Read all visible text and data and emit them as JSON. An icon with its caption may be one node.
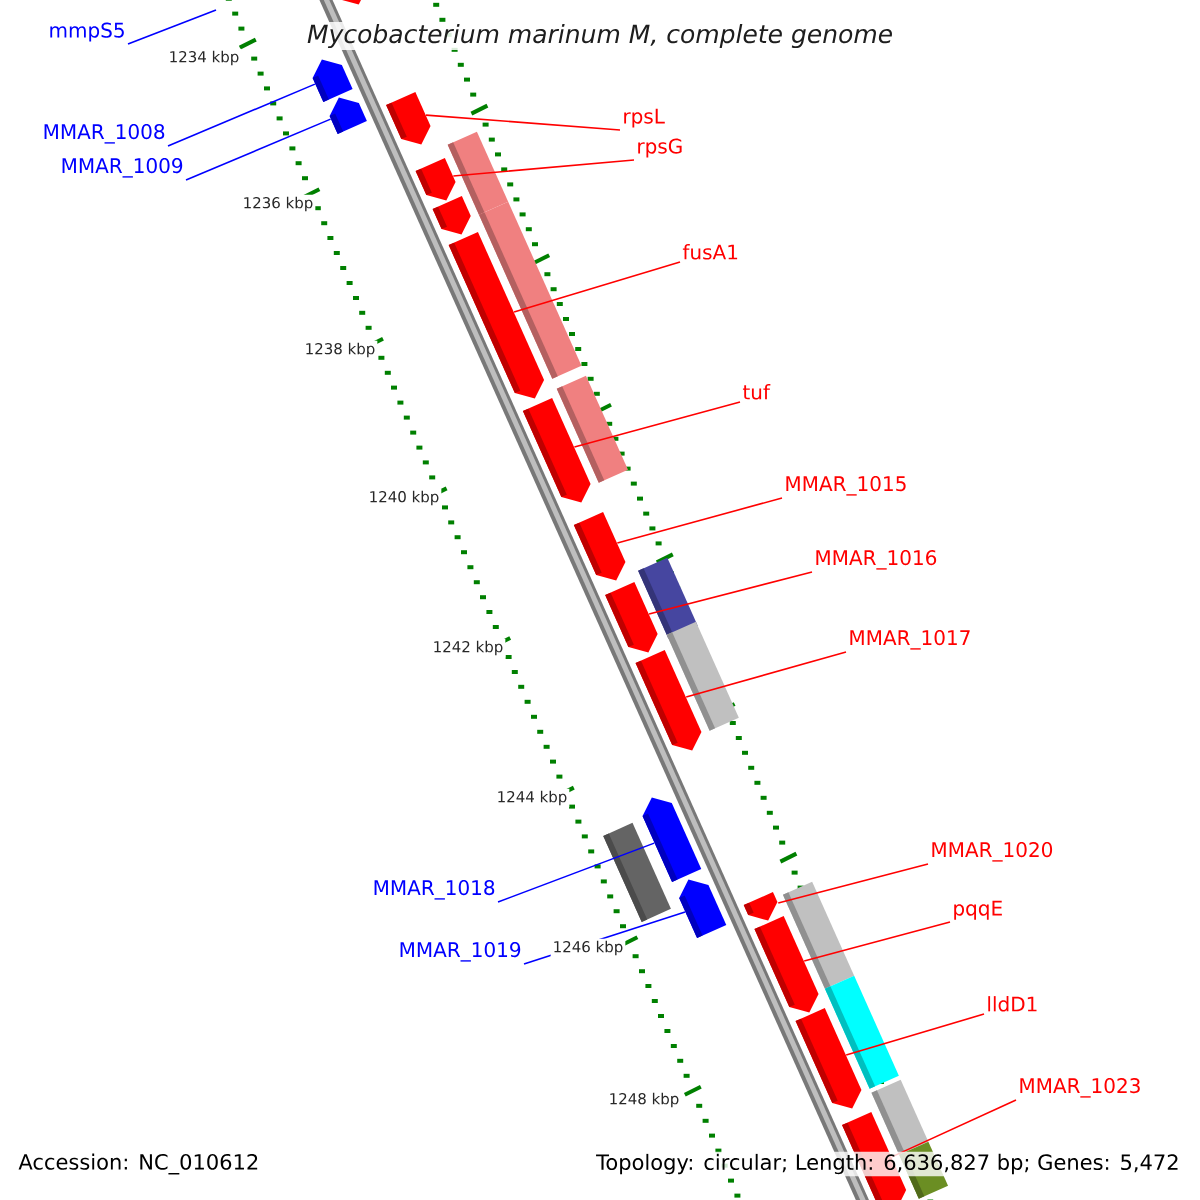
{
  "diagram": {
    "title": "Mycobacterium marinum M, complete genome",
    "nodes": [
      {
        "text": [
          "mmpS5"
        ]
      },
      {
        "text": [
          "MMAR_1008"
        ]
      },
      {
        "text": [
          "MMAR_1009"
        ]
      },
      {
        "text": [
          "rpsL"
        ]
      },
      {
        "text": [
          "rpsG"
        ]
      },
      {
        "text": [
          "fusA1"
        ]
      },
      {
        "text": [
          "tuf"
        ]
      },
      {
        "text": [
          "MMAR_1015"
        ]
      },
      {
        "text": [
          "MMAR_1016"
        ]
      },
      {
        "text": [
          "MMAR_1017"
        ]
      },
      {
        "text": [
          "MMAR_1018"
        ]
      },
      {
        "text": [
          "MMAR_1019"
        ]
      },
      {
        "text": [
          "MMAR_1020"
        ]
      },
      {
        "text": [
          "pqqE"
        ]
      },
      {
        "text": [
          "lldD1"
        ]
      },
      {
        "text": [
          "MMAR_1023"
        ]
      },
      {
        "text": [],
        "shape": "block"
      },
      {
        "text": [],
        "shape": "block"
      },
      {
        "text": [],
        "shape": "block"
      },
      {
        "text": [],
        "shape": "block"
      },
      {
        "text": [],
        "shape": "bar"
      },
      {
        "text": [],
        "shape": "block"
      },
      {
        "text": [],
        "shape": "block"
      },
      {
        "text": [],
        "shape": "bar"
      },
      {
        "text": [],
        "shape": "block"
      },
      {
        "text": [],
        "shape": "bar"
      },
      {
        "text": [],
        "shape": "block"
      },
      {
        "text": [],
        "shape": "block"
      },
      {
        "text": [],
        "shape": "bar"
      },
      {
        "text": [],
        "shape": "block"
      },
      {
        "text": [],
        "shape": "bar"
      },
      {
        "text": [],
        "shape": "block"
      },
      {
        "text": [],
        "shape": "block"
      },
      {
        "text": [],
        "shape": "bar"
      },
      {
        "text": [],
        "shape": "block"
      },
      {
        "text": [],
        "shape": "block"
      },
      {
        "text": [],
        "shape": "bar"
      },
      {
        "text": [],
        "shape": "block"
      },
      {
        "text": [],
        "shape": "bar"
      },
      {
        "text": [],
        "shape": "block"
      },
      {
        "text": [],
        "shape": "bar"
      },
      {
        "text": [],
        "shape": "block"
      },
      {
        "text": [],
        "shape": "bar"
      }
    ],
    "edges": [
      {
        "from": 0,
        "to": null,
        "arrow": "none",
        "color": "#0000ff"
      },
      {
        "from": 1,
        "to": 17,
        "arrow": "none",
        "color": "#0000ff"
      },
      {
        "from": 2,
        "to": 18,
        "arrow": "none",
        "color": "#0000ff"
      },
      {
        "from": 3,
        "to": 19,
        "arrow": "none"
      },
      {
        "from": 4,
        "to": 21,
        "arrow": "none"
      },
      {
        "from": 5,
        "to": 24,
        "arrow": "none"
      },
      {
        "from": 6,
        "to": 26,
        "arrow": "none"
      },
      {
        "from": 7,
        "to": 27,
        "arrow": "none"
      },
      {
        "from": 8,
        "to": 29,
        "arrow": "none"
      },
      {
        "from": 9,
        "to": 31,
        "arrow": "none"
      },
      {
        "from": 10,
        "to": 32,
        "arrow": "none",
        "color": "#0000ff"
      },
      {
        "from": 11,
        "to": 34,
        "arrow": "none",
        "color": "#0000ff"
      },
      {
        "from": 12,
        "to": 35,
        "arrow": "none"
      },
      {
        "from": 13,
        "to": 37,
        "arrow": "none"
      },
      {
        "from": 14,
        "to": 39,
        "arrow": "none"
      },
      {
        "from": 15,
        "to": 41,
        "arrow": "none"
      }
    ],
    "labels": [
      "1234 kbp",
      "1236 kbp",
      "1238 kbp",
      "1240 kbp",
      "1242 kbp",
      "1244 kbp",
      "1246 kbp",
      "1248 kbp",
      "Accession: NC_010612",
      "Topology: circular; Length: 6,636,827 bp; Genes: 5,472"
    ]
  }
}
